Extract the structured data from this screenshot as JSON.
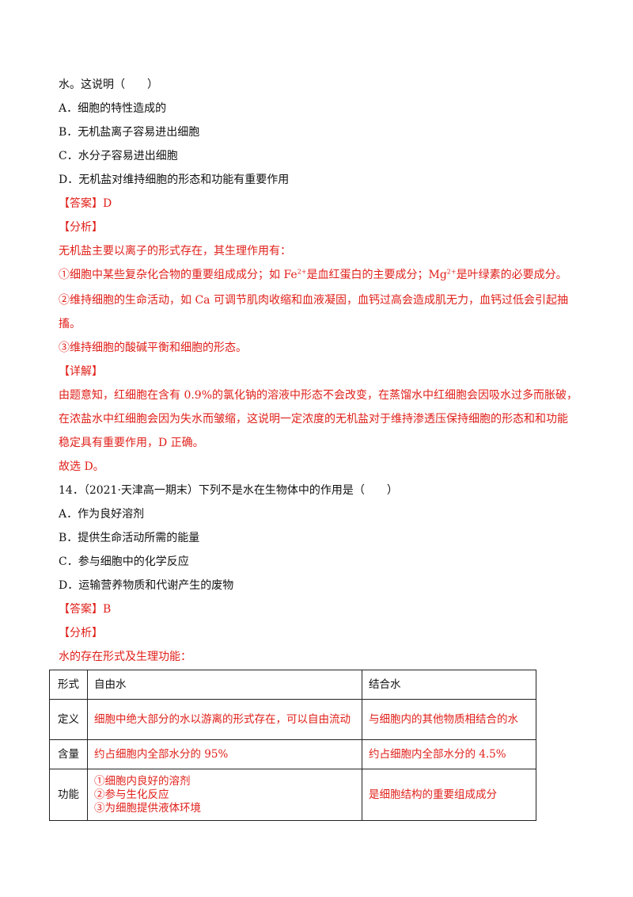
{
  "q13": {
    "stem_tail": "水。这说明（　　）",
    "options": [
      "A．细胞的特性造成的",
      "B．无机盐离子容易进出细胞",
      "C．水分子容易进出细胞",
      "D．无机盐对维持细胞的形态和功能有重要作用"
    ],
    "answer_tag": "【答案】",
    "answer": "D",
    "analysis_tag": "【分析】",
    "analysis_intro": "无机盐主要以离子的形式存在，其生理作用有：",
    "point1_a": "①细胞中某些复杂化合物的重要组成成分；如 Fe",
    "point1_sup1": "2+",
    "point1_b": "是血红蛋白的主要成分；Mg",
    "point1_sup2": "2+",
    "point1_c": "是叶绿素的必要成分。",
    "point2_line1": "②维持细胞的生命活动，如 Ca 可调节肌肉收缩和血液凝固，血钙过高会造成肌无力，血钙过低会引起抽",
    "point2_line2": "搐。",
    "point3": "③维持细胞的酸碱平衡和细胞的形态。",
    "detail_tag": "【详解】",
    "detail_line1": "由题意知，红细胞在含有 0.9%的氯化钠的溶液中形态不会改变，在蒸馏水中红细胞会因吸水过多而胀破，",
    "detail_line2": "在浓盐水中红细胞会因为失水而皱缩，这说明一定浓度的无机盐对于维持渗透压保持细胞的形态和和功能",
    "detail_line3": "稳定具有重要作用，D 正确。",
    "conclusion": "故选 D。"
  },
  "q14": {
    "stem": "14．（2021·天津高一期末）下列不是水在生物体中的作用是（　　）",
    "options": [
      "A．作为良好溶剂",
      "B．提供生命活动所需的能量",
      "C．参与细胞中的化学反应",
      "D．运输营养物质和代谢产生的废物"
    ],
    "answer_tag": "【答案】",
    "answer": "B",
    "analysis_tag": "【分析】",
    "analysis_intro": "水的存在形式及生理功能：",
    "table": {
      "header": [
        "形式",
        "自由水",
        "结合水"
      ],
      "rows": [
        [
          "定义",
          "细胞中绝大部分的水以游离的形式存在，可以自由流动",
          "与细胞内的其他物质相结合的水"
        ],
        [
          "含量",
          "约占细胞内全部水分的 95%",
          "约占细胞内全部水分的 4.5%"
        ],
        [
          "功能",
          "①细胞内良好的溶剂\n②参与生化反应\n③为细胞提供液体环境",
          "是细胞结构的重要组成成分"
        ]
      ]
    }
  }
}
